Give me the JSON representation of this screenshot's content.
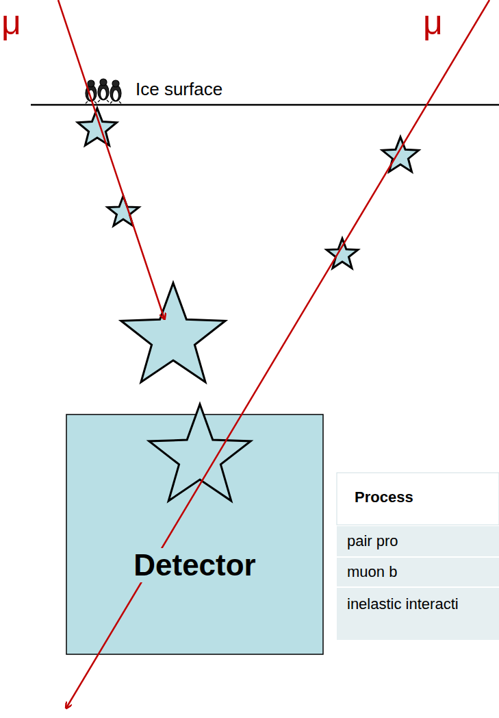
{
  "diagram": {
    "nodes": [
      {
        "text": [
          "Detector"
        ]
      }
    ],
    "labels": [
      "μ",
      "μ",
      "Ice surface",
      "Process",
      "pair pro",
      "muon b",
      "inelastic interacti"
    ]
  }
}
